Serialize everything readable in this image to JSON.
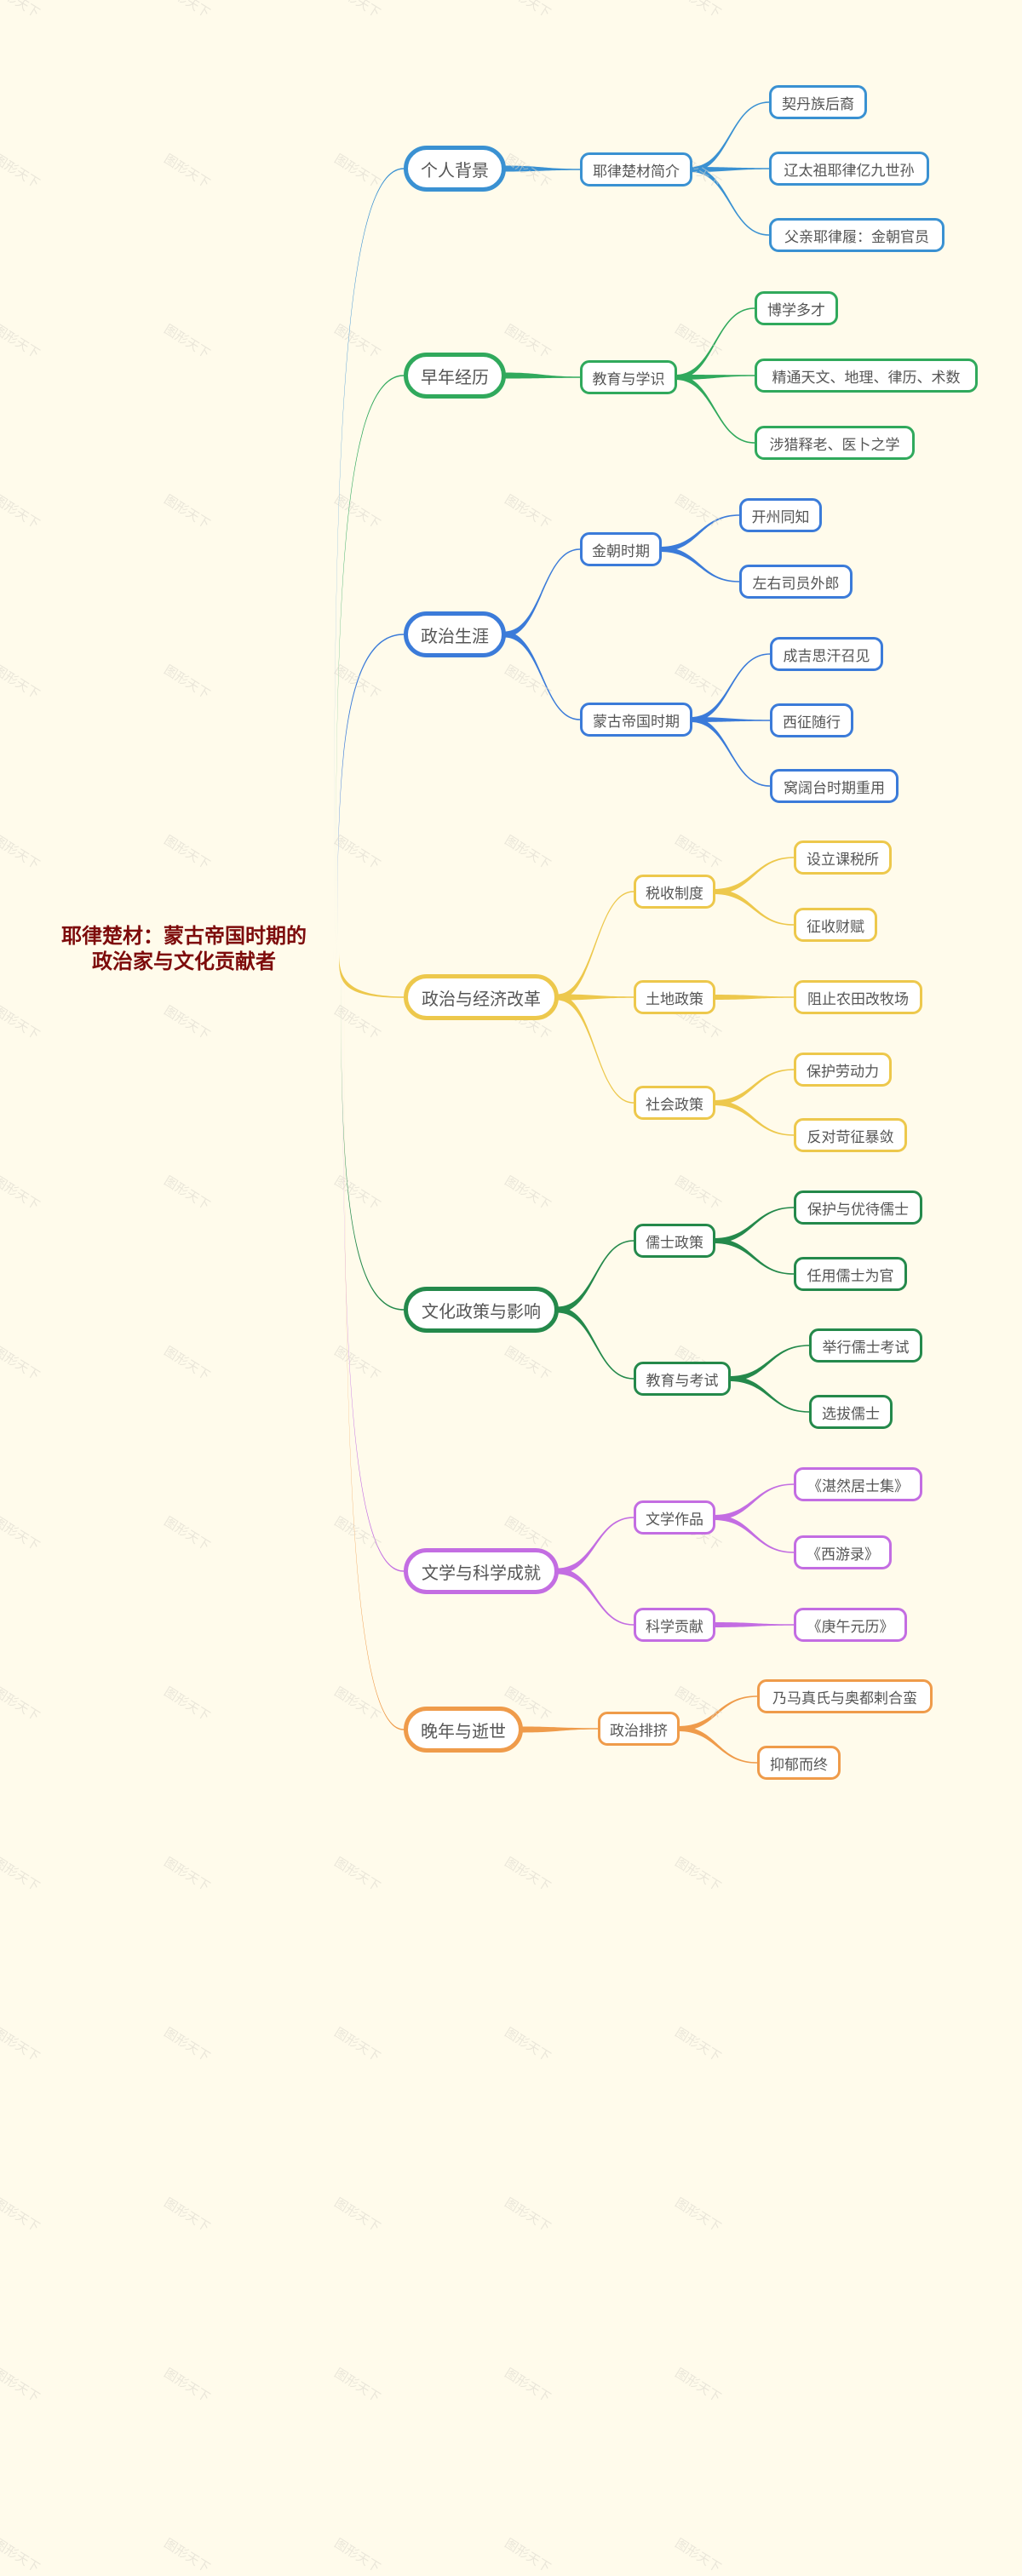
{
  "root": {
    "line1": "耶律楚材：蒙古帝国时期的",
    "line2": "政治家与文化贡献者",
    "color": "#7d0b0b"
  },
  "watermark": "图形天下",
  "background": "#fffbeb",
  "branches": [
    {
      "label": "个人背景",
      "color": "#3a91d2",
      "children": [
        {
          "label": "耶律楚材简介",
          "children": [
            {
              "label": "契丹族后裔"
            },
            {
              "label": "辽太祖耶律亿九世孙"
            },
            {
              "label": "父亲耶律履：金朝官员"
            }
          ]
        }
      ]
    },
    {
      "label": "早年经历",
      "color": "#30a95c",
      "children": [
        {
          "label": "教育与学识",
          "children": [
            {
              "label": "博学多才"
            },
            {
              "label": "精通天文、地理、律历、术数"
            },
            {
              "label": "涉猎释老、医卜之学"
            }
          ]
        }
      ]
    },
    {
      "label": "政治生涯",
      "color": "#3b7bd9",
      "children": [
        {
          "label": "金朝时期",
          "children": [
            {
              "label": "开州同知"
            },
            {
              "label": "左右司员外郎"
            }
          ]
        },
        {
          "label": "蒙古帝国时期",
          "children": [
            {
              "label": "成吉思汗召见"
            },
            {
              "label": "西征随行"
            },
            {
              "label": "窝阔台时期重用"
            }
          ]
        }
      ]
    },
    {
      "label": "政治与经济改革",
      "color": "#edc84c",
      "children": [
        {
          "label": "税收制度",
          "children": [
            {
              "label": "设立课税所"
            },
            {
              "label": "征收财赋"
            }
          ]
        },
        {
          "label": "土地政策",
          "children": [
            {
              "label": "阻止农田改牧场"
            }
          ]
        },
        {
          "label": "社会政策",
          "children": [
            {
              "label": "保护劳动力"
            },
            {
              "label": "反对苛征暴敛"
            }
          ]
        }
      ]
    },
    {
      "label": "文化政策与影响",
      "color": "#24894b",
      "children": [
        {
          "label": "儒士政策",
          "children": [
            {
              "label": "保护与优待儒士"
            },
            {
              "label": "任用儒士为官"
            }
          ]
        },
        {
          "label": "教育与考试",
          "children": [
            {
              "label": "举行儒士考试"
            },
            {
              "label": "选拔儒士"
            }
          ]
        }
      ]
    },
    {
      "label": "文学与科学成就",
      "color": "#c36de2",
      "children": [
        {
          "label": "文学作品",
          "children": [
            {
              "label": "《湛然居士集》"
            },
            {
              "label": "《西游录》"
            }
          ]
        },
        {
          "label": "科学贡献",
          "children": [
            {
              "label": "《庚午元历》"
            }
          ]
        }
      ]
    },
    {
      "label": "晚年与逝世",
      "color": "#ef9b4a",
      "children": [
        {
          "label": "政治排挤",
          "children": [
            {
              "label": "乃马真氏与奥都剌合蛮"
            },
            {
              "label": "抑郁而终"
            }
          ]
        }
      ]
    }
  ]
}
